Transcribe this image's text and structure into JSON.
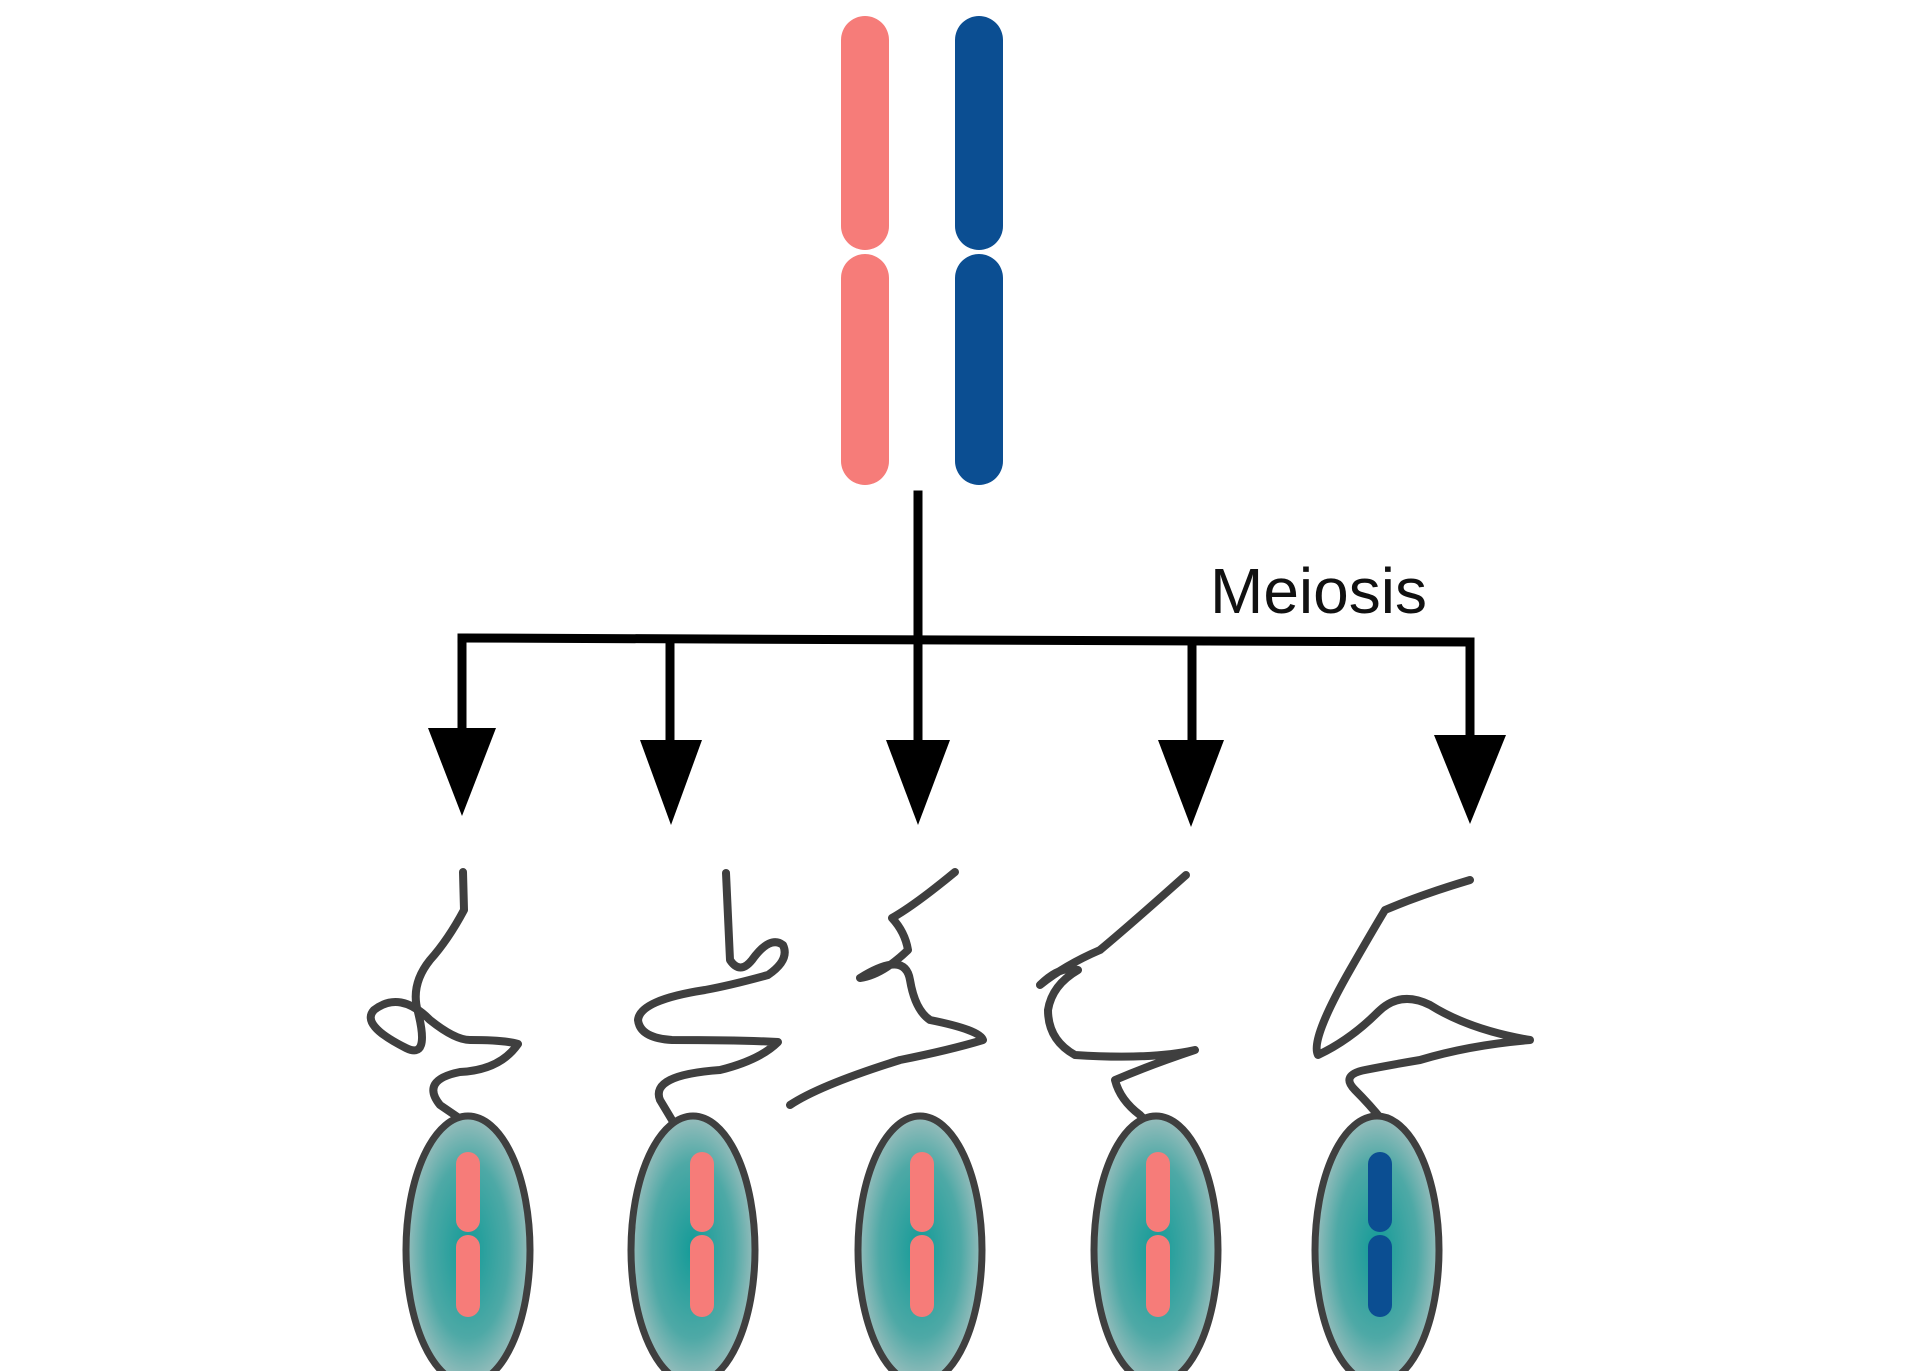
{
  "diagram": {
    "label": "Meiosis",
    "colors": {
      "maternal": "#f67c79",
      "paternal": "#0b4e92",
      "line": "#000000",
      "tail": "#3f3f3f",
      "cell_outline": "#3f3f3f",
      "cell_center": "#149b98",
      "cell_edge": "#bfc6c6"
    },
    "parent_chromosomes": [
      {
        "name": "maternal-chromosome",
        "color": "maternal"
      },
      {
        "name": "paternal-chromosome",
        "color": "paternal"
      }
    ],
    "sperm": [
      {
        "chromosome": "maternal"
      },
      {
        "chromosome": "maternal"
      },
      {
        "chromosome": "maternal"
      },
      {
        "chromosome": "maternal"
      },
      {
        "chromosome": "paternal"
      }
    ]
  }
}
